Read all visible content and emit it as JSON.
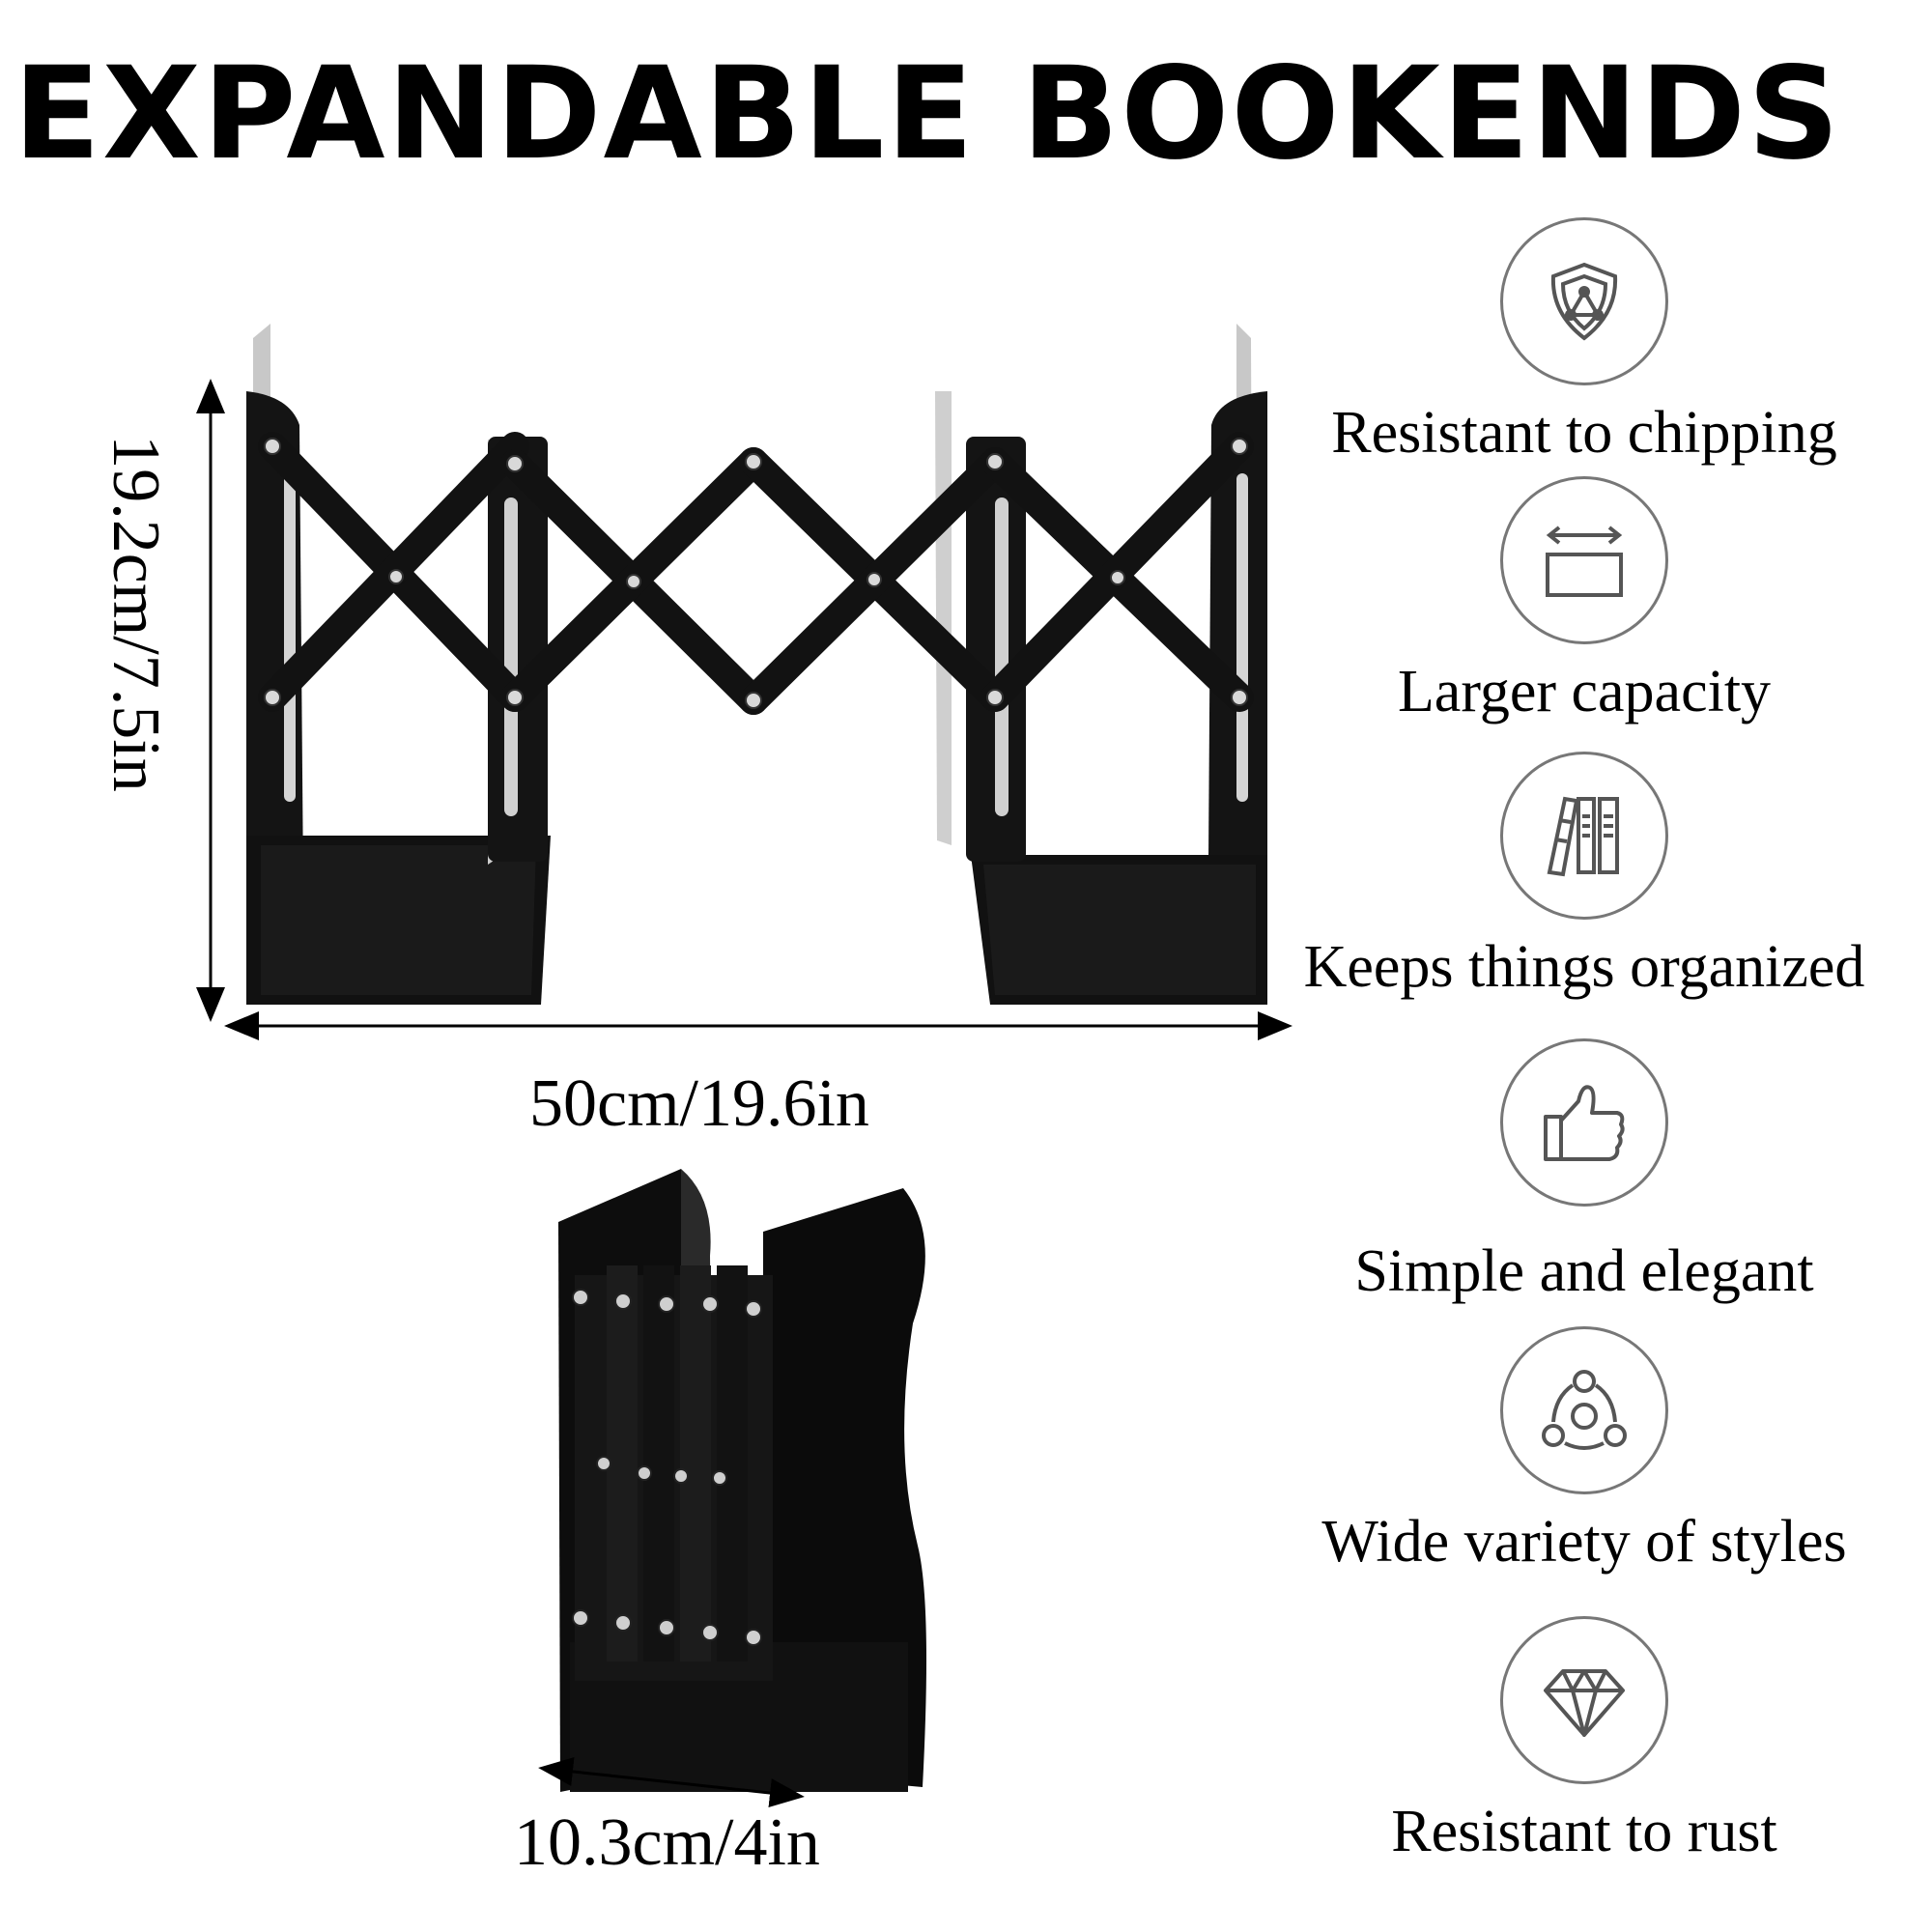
{
  "title": "EXPANDABLE BOOKENDS",
  "dimensions": {
    "height": "19.2cm/7.5in",
    "width": "50cm/19.6in",
    "depth": "10.3cm/4in"
  },
  "features": [
    {
      "label": "Resistant to chipping",
      "icon": "shield-icon"
    },
    {
      "label": "Larger capacity",
      "icon": "capacity-expand-icon"
    },
    {
      "label": "Keeps things organized",
      "icon": "books-icon"
    },
    {
      "label": "Simple and elegant",
      "icon": "thumbs-up-icon"
    },
    {
      "label": "Wide variety of styles",
      "icon": "variety-circles-icon"
    },
    {
      "label": "Resistant to rust",
      "icon": "diamond-icon"
    }
  ],
  "colors": {
    "product": "#111111",
    "icon_stroke": "#555555",
    "circle_border": "#777777"
  }
}
